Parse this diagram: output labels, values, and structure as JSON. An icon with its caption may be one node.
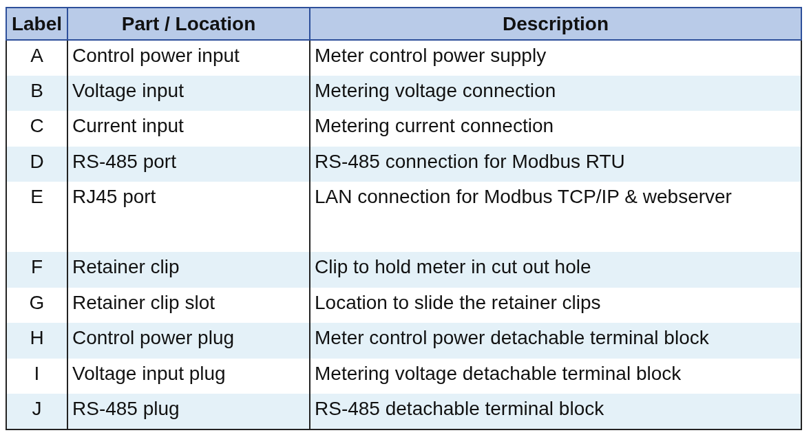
{
  "diagram": {
    "labels": [
      "Label",
      "Part / Location",
      "Description",
      "A",
      "Control power input",
      "Meter control power supply",
      "B",
      "Voltage input",
      "Metering voltage connection",
      "C",
      "Current input",
      "Metering current connection",
      "D",
      "RS-485 port",
      "RS-485 connection for Modbus RTU",
      "E",
      "RJ45 port",
      "LAN connection for Modbus TCP/IP & webserver",
      "F",
      "Retainer clip",
      "Clip to hold meter in cut out hole",
      "G",
      "Retainer clip slot",
      "Location to slide the retainer clips",
      "H",
      "Control power plug",
      "Meter control power detachable terminal block",
      "I",
      "Voltage input plug",
      "Metering voltage detachable terminal block",
      "J",
      "RS-485 plug",
      "RS-485 detachable terminal block"
    ]
  }
}
